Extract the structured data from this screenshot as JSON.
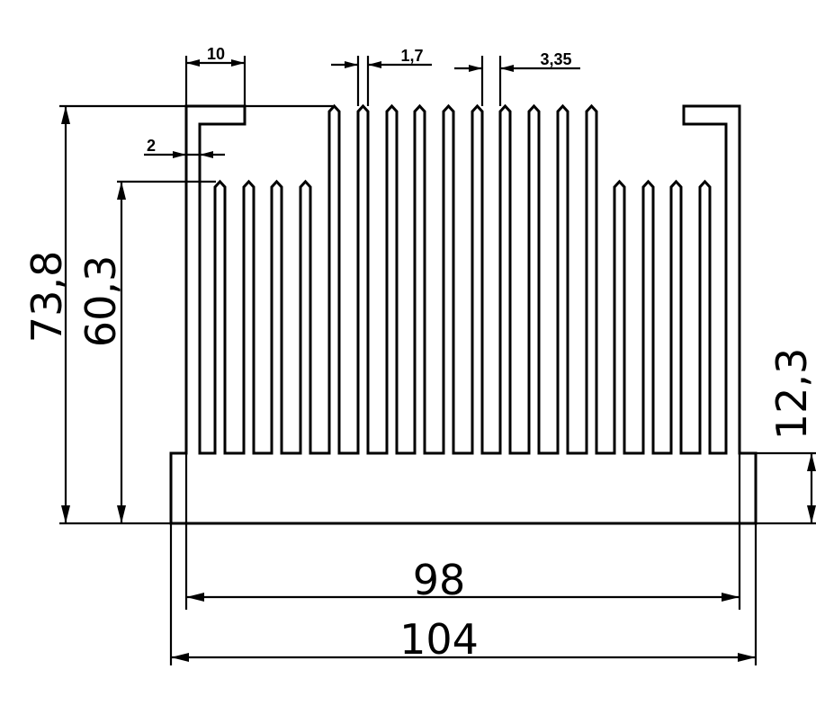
{
  "dimensions": {
    "overall_height": "73,8",
    "inner_fin_height": "60,3",
    "base_height": "12,3",
    "inner_width": "98",
    "overall_width": "104",
    "hook_width": "10",
    "wall_thickness": "2",
    "fin_thickness": "1,7",
    "fin_pitch": "3,35"
  },
  "colors": {
    "line": "#000000",
    "background": "#ffffff"
  }
}
